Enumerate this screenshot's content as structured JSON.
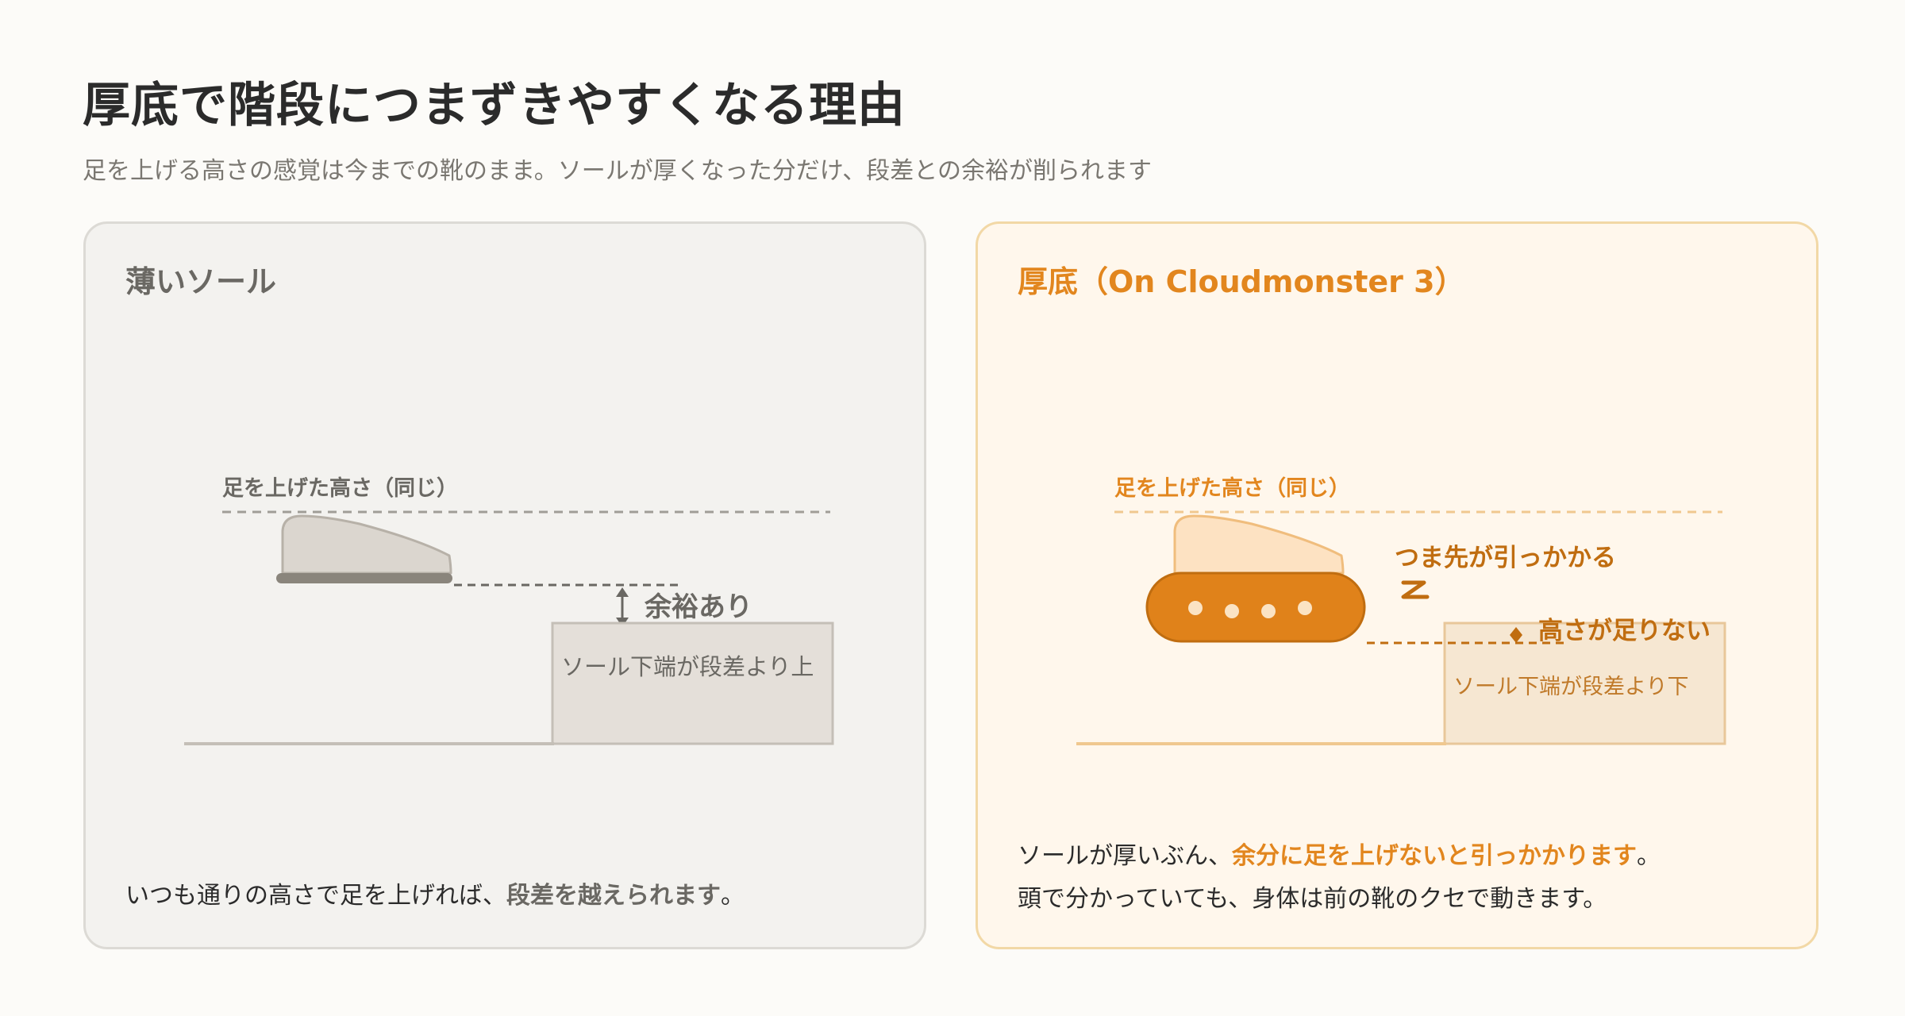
{
  "header": {
    "title": "厚底で階段につまずきやすくなる理由",
    "subtitle": "足を上げる高さの感覚は今までの靴のまま。ソールが厚くなった分だけ、段差との余裕が削られます"
  },
  "left_panel": {
    "title": "薄いソール",
    "lift_label": "足を上げた高さ（同じ）",
    "clearance_label": "余裕あり",
    "step_label": "ソール下端が段差より上",
    "caption_prefix": "いつも通りの高さで足を上げれば、",
    "caption_highlight": "段差を越えられます",
    "caption_suffix": "。"
  },
  "right_panel": {
    "title": "厚底（On Cloudmonster 3）",
    "lift_label": "足を上げた高さ（同じ）",
    "catch_label": "つま先が引っかかる",
    "shortfall_label": "高さが足りない",
    "step_label": "ソール下端が段差より下",
    "caption_line1_prefix": "ソールが厚いぶん、",
    "caption_line1_highlight": "余分に足を上げないと引っかかります",
    "caption_line1_suffix": "。",
    "caption_line2": "頭で分かっていても、身体は前の靴のクセで動きます。"
  },
  "colors": {
    "gray_text": "#6a6863",
    "orange_accent": "#e2861e",
    "orange_dark": "#c06d10",
    "sole_orange": "#e0821a"
  }
}
